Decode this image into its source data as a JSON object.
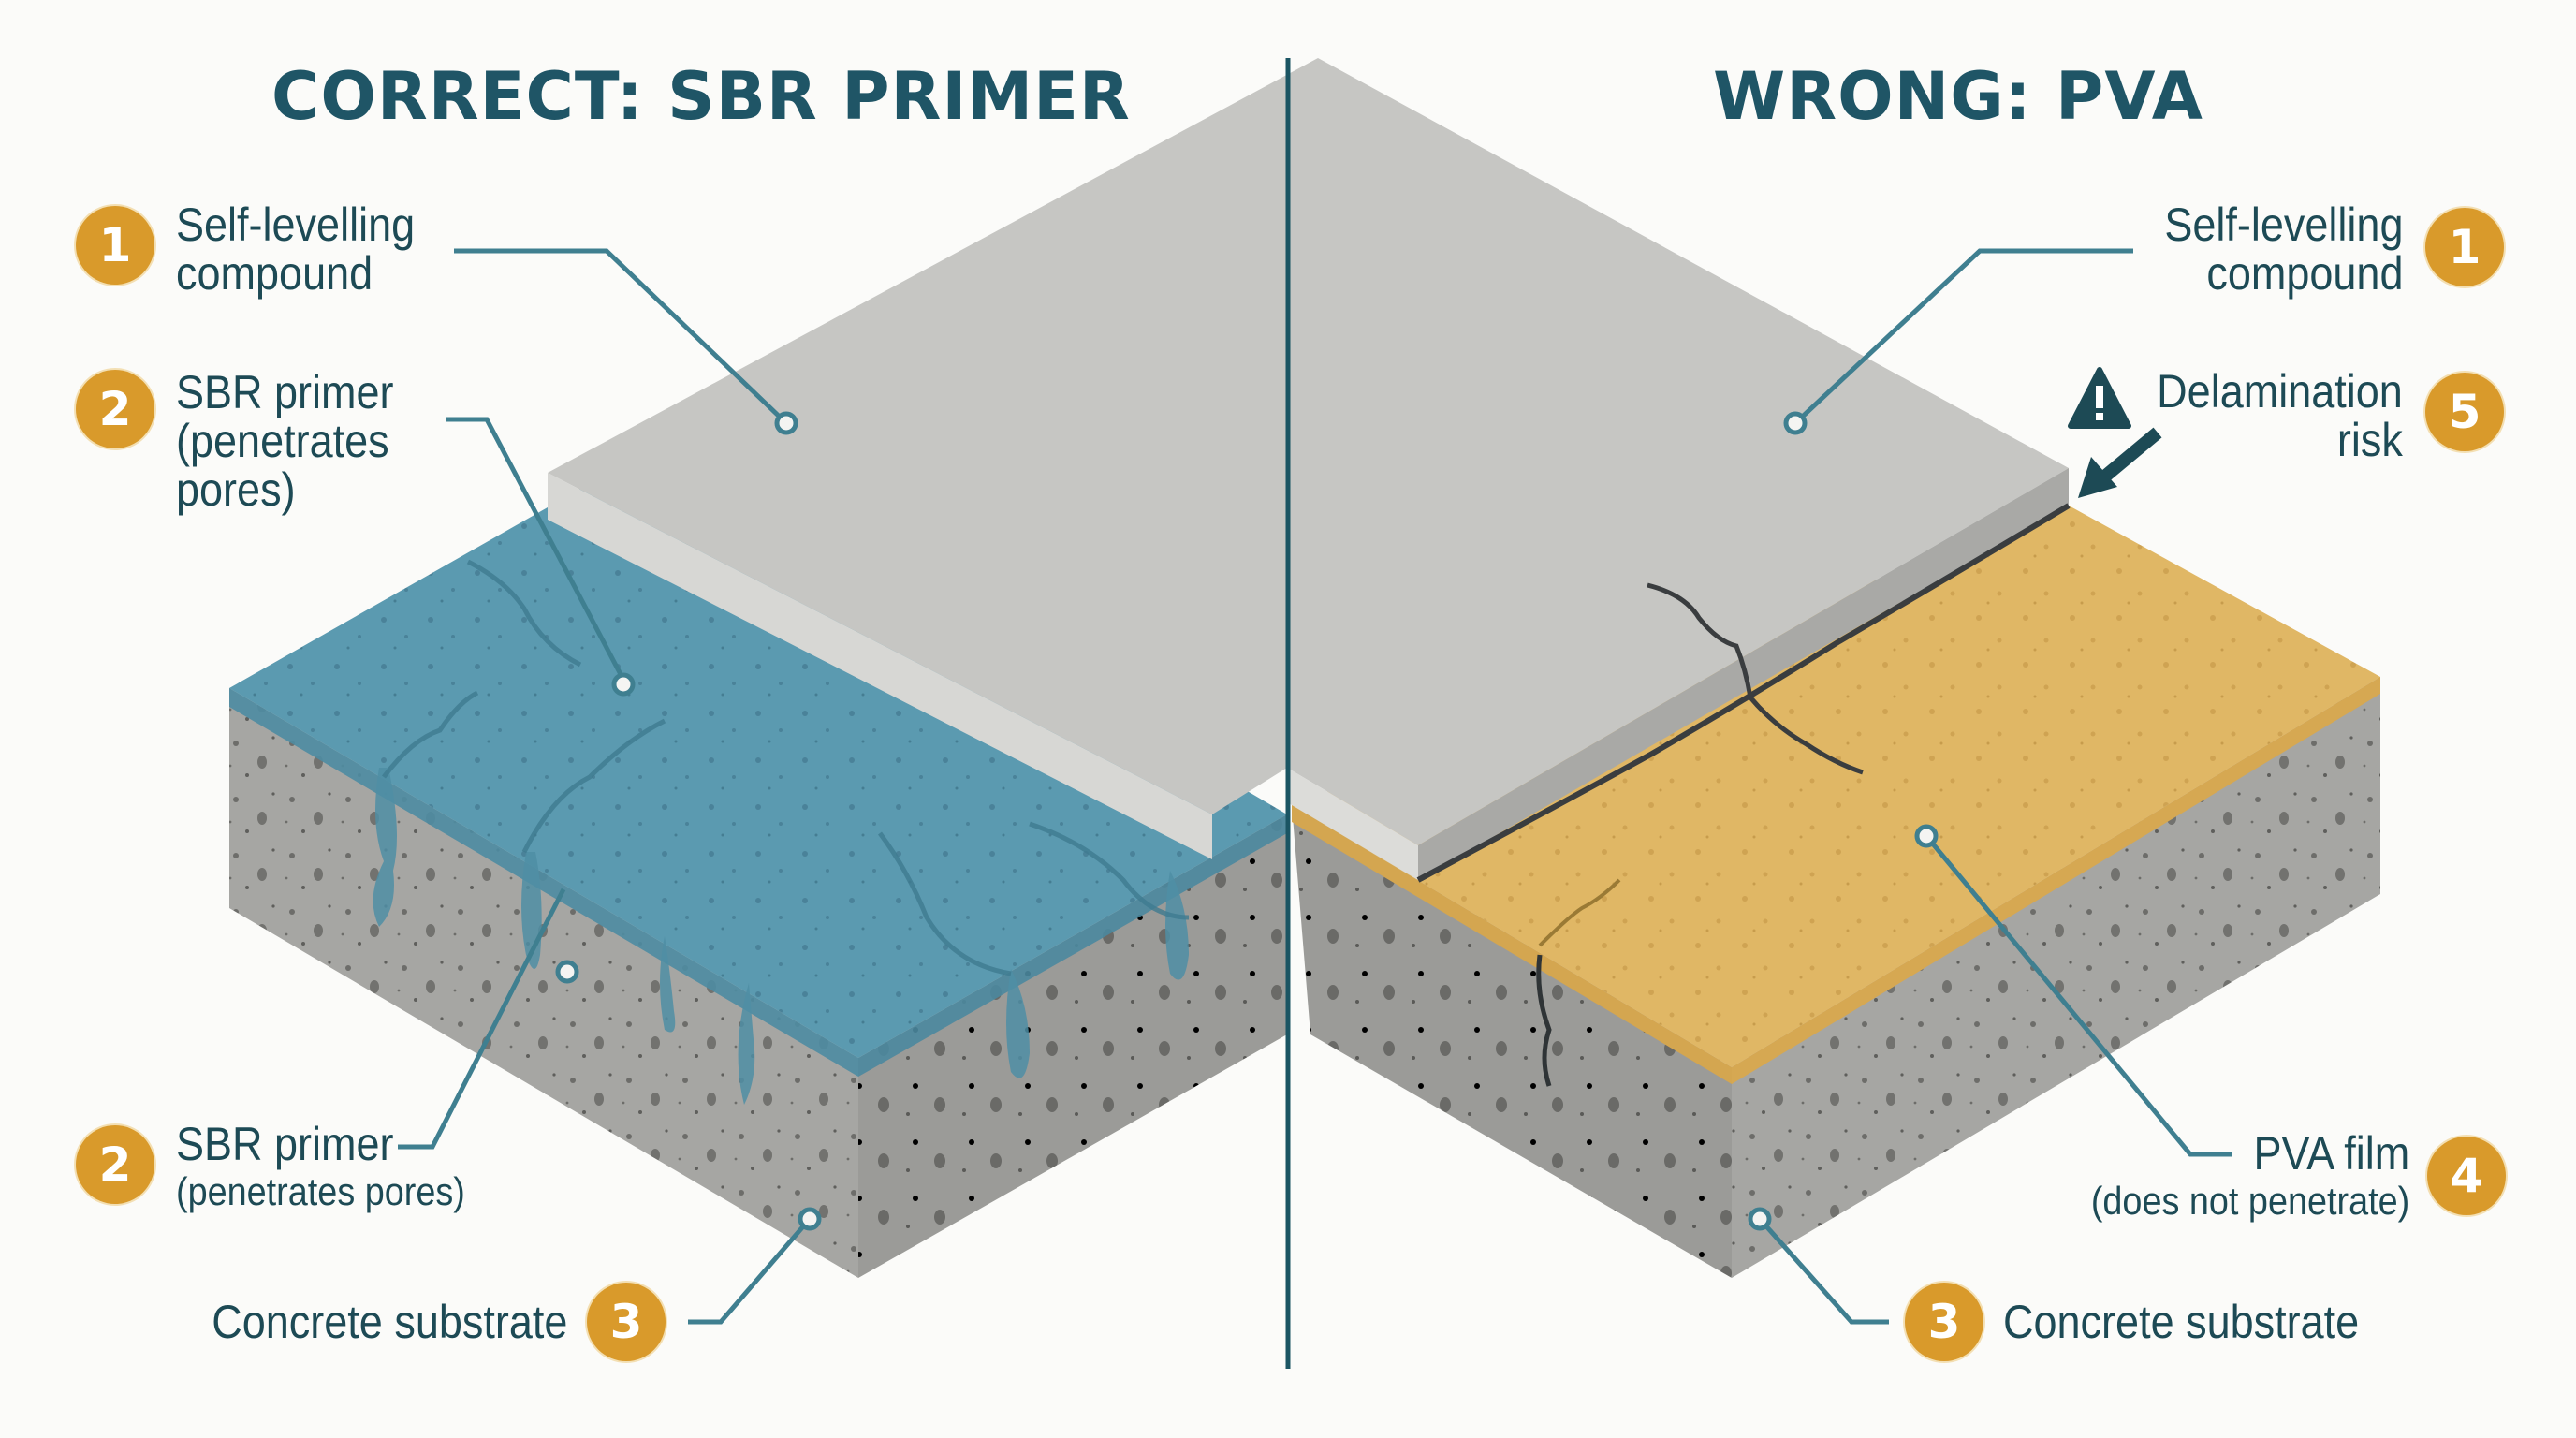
{
  "titles": {
    "correct": "CORRECT: SBR PRIMER",
    "wrong": "WRONG: PVA"
  },
  "left_callouts": [
    {
      "number": "1",
      "line1": "Self-levelling",
      "line2": "compound"
    },
    {
      "number": "2",
      "line1": "SBR primer",
      "line2": "(penetrates",
      "line3": "pores)"
    },
    {
      "number": "2",
      "line1": "SBR primer",
      "line2": "(penetrates pores)"
    },
    {
      "number": "3",
      "line1": "Concrete substrate"
    }
  ],
  "right_callouts": [
    {
      "number": "1",
      "line1": "Self-levelling",
      "line2": "compound"
    },
    {
      "number": "5",
      "line1": "Delamination",
      "line2": "risk",
      "icon": "warning-triangle-icon"
    },
    {
      "number": "4",
      "line1": "PVA film",
      "line2": "(does not penetrate)"
    },
    {
      "number": "3",
      "line1": "Concrete substrate"
    }
  ],
  "colors": {
    "title": "#1f5566",
    "label_text": "#1d4a55",
    "badge": "#d99a2b",
    "leader": "#3f7f90",
    "divider": "#1b5563",
    "slab_top": "#c6c6c3",
    "slab_side": "#dcdcd9",
    "sbr_primer": "#5b9ab0",
    "pva_film": "#e0b765",
    "concrete": "#a6a6a3"
  }
}
